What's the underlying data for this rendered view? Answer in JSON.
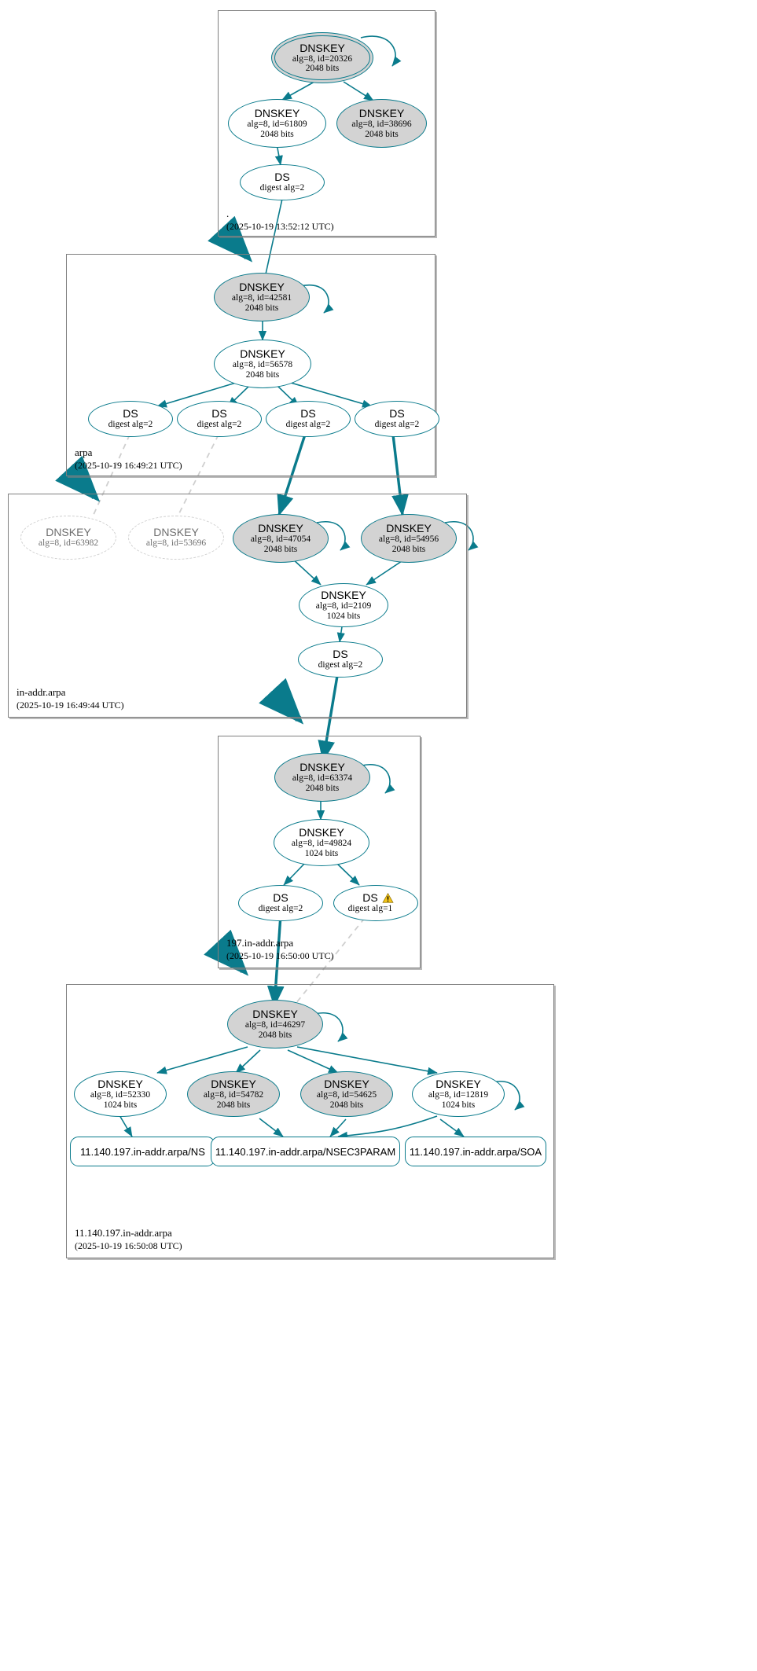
{
  "title": "DNSSEC Authentication Chain",
  "colors": {
    "edge": "#0a7b8c",
    "node_border": "#0a7b8c",
    "node_fill_secure": "#d3d3d3",
    "node_fill_plain": "#ffffff",
    "insecure_dash": "#cfcfcf",
    "zone_border": "#7f7f7f",
    "warning": "#f5c518"
  },
  "zones": [
    {
      "id": "root",
      "name": ".",
      "timestamp": "(2025-10-19 13:52:12 UTC)"
    },
    {
      "id": "arpa",
      "name": "arpa",
      "timestamp": "(2025-10-19 16:49:21 UTC)"
    },
    {
      "id": "in-addr-arpa",
      "name": "in-addr.arpa",
      "timestamp": "(2025-10-19 16:49:44 UTC)"
    },
    {
      "id": "197-in-addr-arpa",
      "name": "197.in-addr.arpa",
      "timestamp": "(2025-10-19 16:50:00 UTC)"
    },
    {
      "id": "11-140-197-in-addr-arpa",
      "name": "11.140.197.in-addr.arpa",
      "timestamp": "(2025-10-19 16:50:08 UTC)"
    }
  ],
  "nodes": {
    "root_ksk": {
      "type": "DNSKEY",
      "alg": "alg=8, id=20326",
      "bits": "2048 bits"
    },
    "root_zsk": {
      "type": "DNSKEY",
      "alg": "alg=8, id=61809",
      "bits": "2048 bits"
    },
    "root_other": {
      "type": "DNSKEY",
      "alg": "alg=8, id=38696",
      "bits": "2048 bits"
    },
    "root_ds": {
      "type": "DS",
      "digest": "digest alg=2"
    },
    "arpa_ksk": {
      "type": "DNSKEY",
      "alg": "alg=8, id=42581",
      "bits": "2048 bits"
    },
    "arpa_zsk": {
      "type": "DNSKEY",
      "alg": "alg=8, id=56578",
      "bits": "2048 bits"
    },
    "arpa_ds1": {
      "type": "DS",
      "digest": "digest alg=2"
    },
    "arpa_ds2": {
      "type": "DS",
      "digest": "digest alg=2"
    },
    "arpa_ds3": {
      "type": "DS",
      "digest": "digest alg=2"
    },
    "arpa_ds4": {
      "type": "DS",
      "digest": "digest alg=2"
    },
    "ia_key_63982": {
      "type": "DNSKEY",
      "alg": "alg=8, id=63982",
      "bits": ""
    },
    "ia_key_53696": {
      "type": "DNSKEY",
      "alg": "alg=8, id=53696",
      "bits": ""
    },
    "ia_ksk_47054": {
      "type": "DNSKEY",
      "alg": "alg=8, id=47054",
      "bits": "2048 bits"
    },
    "ia_ksk_54956": {
      "type": "DNSKEY",
      "alg": "alg=8, id=54956",
      "bits": "2048 bits"
    },
    "ia_zsk_2109": {
      "type": "DNSKEY",
      "alg": "alg=8, id=2109",
      "bits": "1024 bits"
    },
    "ia_ds": {
      "type": "DS",
      "digest": "digest alg=2"
    },
    "z197_ksk": {
      "type": "DNSKEY",
      "alg": "alg=8, id=63374",
      "bits": "2048 bits"
    },
    "z197_zsk": {
      "type": "DNSKEY",
      "alg": "alg=8, id=49824",
      "bits": "1024 bits"
    },
    "z197_ds_a2": {
      "type": "DS",
      "digest": "digest alg=2"
    },
    "z197_ds_a1": {
      "type": "DS",
      "digest": "digest alg=1",
      "warning": "warning-icon"
    },
    "leaf_ksk": {
      "type": "DNSKEY",
      "alg": "alg=8, id=46297",
      "bits": "2048 bits"
    },
    "leaf_k52330": {
      "type": "DNSKEY",
      "alg": "alg=8, id=52330",
      "bits": "1024 bits"
    },
    "leaf_k54782": {
      "type": "DNSKEY",
      "alg": "alg=8, id=54782",
      "bits": "2048 bits"
    },
    "leaf_k54625": {
      "type": "DNSKEY",
      "alg": "alg=8, id=54625",
      "bits": "2048 bits"
    },
    "leaf_k12819": {
      "type": "DNSKEY",
      "alg": "alg=8, id=12819",
      "bits": "1024 bits"
    }
  },
  "rrsets": [
    {
      "id": "rr_ns",
      "label": "11.140.197.in-addr.arpa/NS"
    },
    {
      "id": "rr_nsec3param",
      "label": "11.140.197.in-addr.arpa/NSEC3PARAM"
    },
    {
      "id": "rr_soa",
      "label": "11.140.197.in-addr.arpa/SOA"
    }
  ]
}
